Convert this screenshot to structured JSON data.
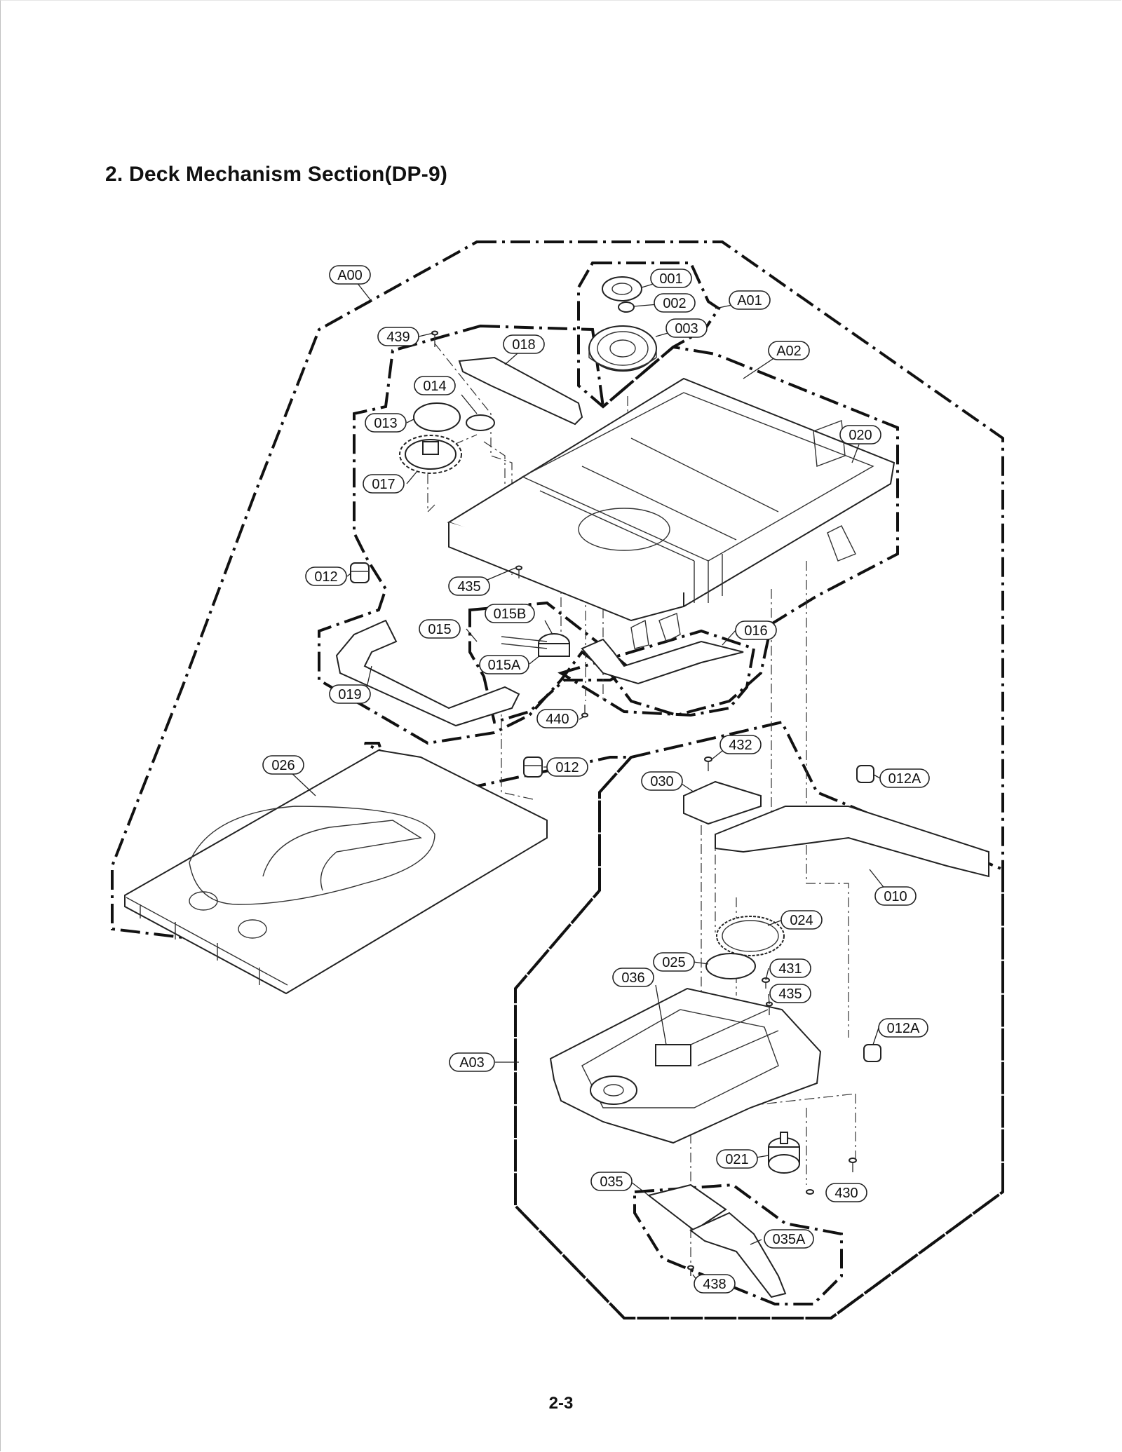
{
  "section_title": "2. Deck Mechanism Section(DP-9)",
  "page_number": "2-3",
  "assemblies": [
    "A00",
    "A01",
    "A02",
    "A03"
  ],
  "parts": [
    "001",
    "002",
    "003",
    "010",
    "012",
    "012",
    "012A",
    "012A",
    "013",
    "014",
    "015",
    "015A",
    "015B",
    "016",
    "017",
    "018",
    "019",
    "020",
    "021",
    "024",
    "025",
    "026",
    "030",
    "035",
    "035A",
    "036",
    "430",
    "431",
    "432",
    "435",
    "435",
    "438",
    "439",
    "440"
  ]
}
